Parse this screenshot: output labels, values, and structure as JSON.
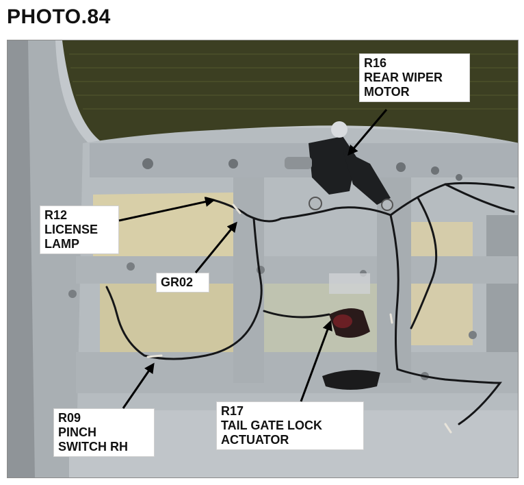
{
  "title": "PHOTO.84",
  "callouts": {
    "r16": {
      "code": "R16",
      "line1": "REAR WIPER",
      "line2": "MOTOR"
    },
    "r12": {
      "code": "R12",
      "line1": "LICENSE",
      "line2": "LAMP"
    },
    "gr02": {
      "code": "GR02"
    },
    "r09": {
      "code": "R09",
      "line1": "PINCH",
      "line2": "SWITCH RH"
    },
    "r17": {
      "code": "R17",
      "line1": "TAIL GATE LOCK",
      "line2": "ACTUATOR"
    }
  }
}
